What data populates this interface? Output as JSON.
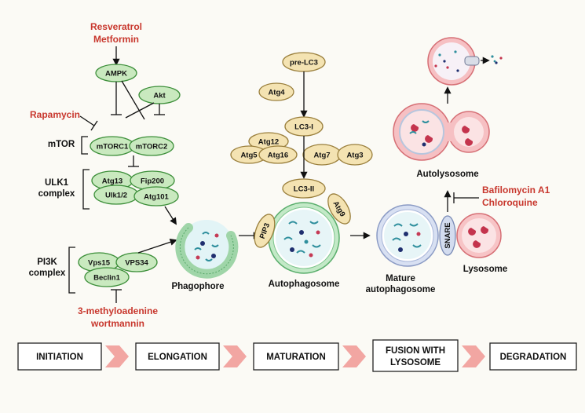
{
  "drugs": {
    "resveratrol": "Resveratrol",
    "metformin": "Metformin",
    "rapamycin": "Rapamycin",
    "bafilomycin": "Bafilomycin A1",
    "chloroquine": "Chloroquine",
    "methyladenine": "3-methyloadenine",
    "wortmannin": "wortmannin"
  },
  "initiation_nodes": {
    "ampk": "AMPK",
    "akt": "Akt",
    "mtorc1": "mTORC1",
    "mtorc2": "mTORC2",
    "atg13": "Atg13",
    "fip200": "Fip200",
    "ulk12": "Ulk1/2",
    "atg101": "Atg101",
    "vps15": "Vps15",
    "vps34": "VPS34",
    "beclin1": "Beclin1"
  },
  "complex_labels": {
    "mtor": "mTOR",
    "ulk1_line1": "ULK1",
    "ulk1_line2": "complex",
    "pi3k_line1": "PI3K",
    "pi3k_line2": "complex"
  },
  "elongation_nodes": {
    "prelc3": "pre-LC3",
    "atg4": "Atg4",
    "lc3i": "LC3-I",
    "atg12": "Atg12",
    "atg5": "Atg5",
    "atg16": "Atg16",
    "atg7": "Atg7",
    "atg3": "Atg3",
    "lc3ii": "LC3-II",
    "pip3": "PIP3",
    "atg9": "Atg9",
    "snare": "SNARE"
  },
  "structures": {
    "phagophore": "Phagophore",
    "autophagosome": "Autophagosome",
    "mature_line1": "Mature",
    "mature_line2": "autophagosome",
    "lysosome": "Lysosome",
    "autolysosome": "Autolysosome"
  },
  "stages": [
    "INITIATION",
    "ELONGATION",
    "MATURATION",
    "FUSION WITH",
    "LYSOSOME",
    "DEGRADATION"
  ],
  "colors": {
    "drug_red": "#c8372d",
    "node_green": "#c9e9bf",
    "node_tan": "#f4e3b2",
    "membrane_green": "#8fd19e",
    "lysosome_pink": "#f3a9ad",
    "chevron": "#f2a6a2"
  }
}
